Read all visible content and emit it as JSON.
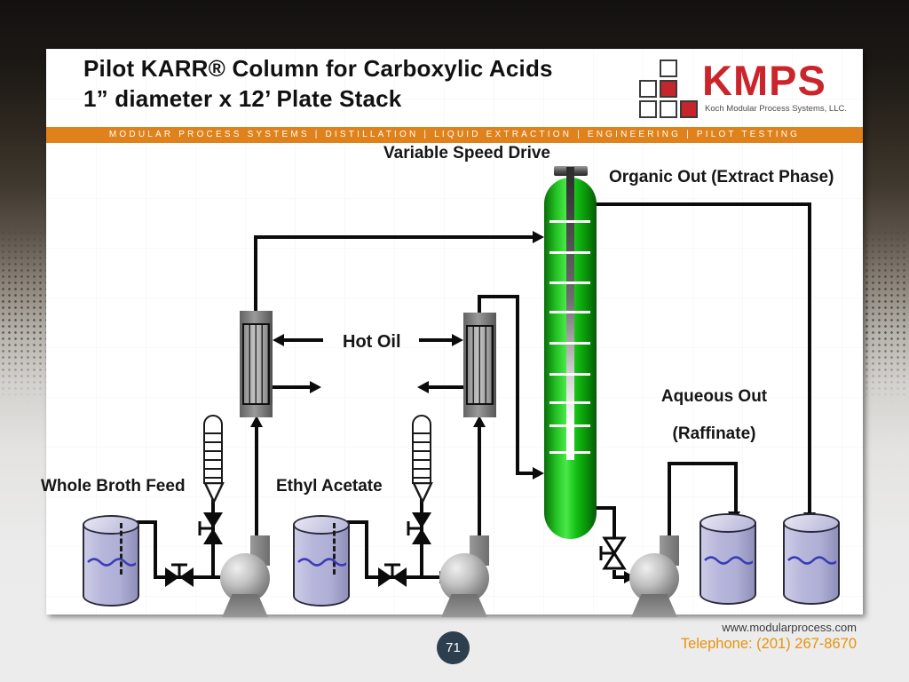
{
  "slide": {
    "title_line1": "Pilot KARR® Column for Carboxylic Acids",
    "title_line2": "1” diameter x 12’ Plate Stack",
    "banner": "MODULAR PROCESS SYSTEMS | DISTILLATION | LIQUID EXTRACTION | ENGINEERING | PILOT TESTING",
    "logo": {
      "name": "KMPS",
      "subtitle": "Koch Modular Process Systems, LLC."
    }
  },
  "diagram": {
    "labels": {
      "variable_speed_drive": "Variable Speed Drive",
      "organic_out": "Organic Out (Extract Phase)",
      "hot_oil": "Hot Oil",
      "aqueous_out_line1": "Aqueous Out",
      "aqueous_out_line2": "(Raffinate)",
      "whole_broth_feed": "Whole Broth Feed",
      "ethyl_acetate": "Ethyl Acetate"
    },
    "equipment": [
      "KARR column with variable speed drive and 12 ft plate stack",
      "whole broth feed tank",
      "ethyl acetate solvent tank",
      "feed heat exchanger (hot oil)",
      "solvent heat exchanger (hot oil)",
      "feed pump",
      "solvent pump",
      "raffinate pump",
      "feed rotameter",
      "solvent rotameter",
      "aqueous (raffinate) receiver tank",
      "organic (extract) receiver tank"
    ]
  },
  "footer": {
    "page_number": "71",
    "website": "www.modularprocess.com",
    "phone": "Telephone: (201) 267-8670"
  },
  "colors": {
    "banner_orange": "#E0821B",
    "accent_orange": "#E8920E",
    "logo_red": "#C5262C",
    "column_green": "#12BD12",
    "tank_lavender": "#B3B2D8",
    "page_circle_navy": "#2D3E4E"
  }
}
